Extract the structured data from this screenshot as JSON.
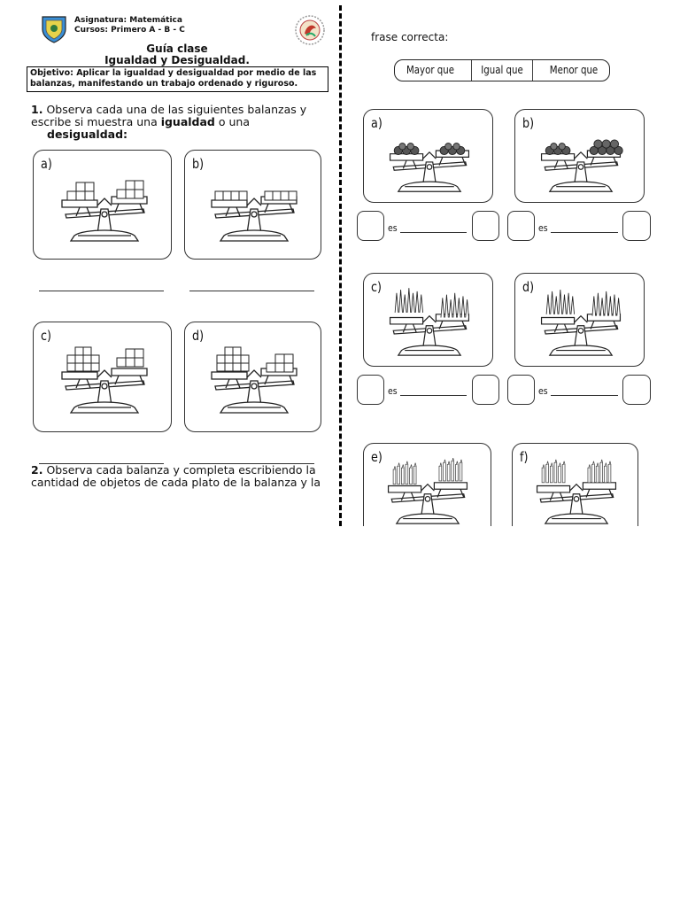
{
  "header": {
    "subject": "Asignatura: Matemática",
    "courses": "Cursos: Primero A - B - C",
    "title_line1": "Guía clase",
    "title_line2": "Igualdad y Desigualdad.",
    "objective": "Objetivo: Aplicar la igualdad y desigualdad por medio de las balanzas, manifestando un trabajo ordenado y riguroso."
  },
  "q1": {
    "number": "1.",
    "text_a": "Observa cada una de las siguientes balanzas y escribe si muestra una ",
    "bold1": "igualdad",
    "text_b": " o una",
    "bold2": "desigualdad:",
    "panels": [
      "a)",
      "b)",
      "c)",
      "d)"
    ]
  },
  "q2": {
    "number": "2.",
    "text": "Observa cada balanza y completa escribiendo la cantidad de objetos de cada plato de la balanza y la",
    "continuation": "frase correcta:",
    "choices": [
      "Mayor que",
      "Igual que",
      "Menor que"
    ],
    "panels": [
      "a)",
      "b)",
      "c)",
      "d)",
      "e)",
      "f)"
    ],
    "es_label": "es"
  },
  "icons": {
    "left_logo": "school-shield-logo",
    "right_logo": "school-seal-logo"
  }
}
